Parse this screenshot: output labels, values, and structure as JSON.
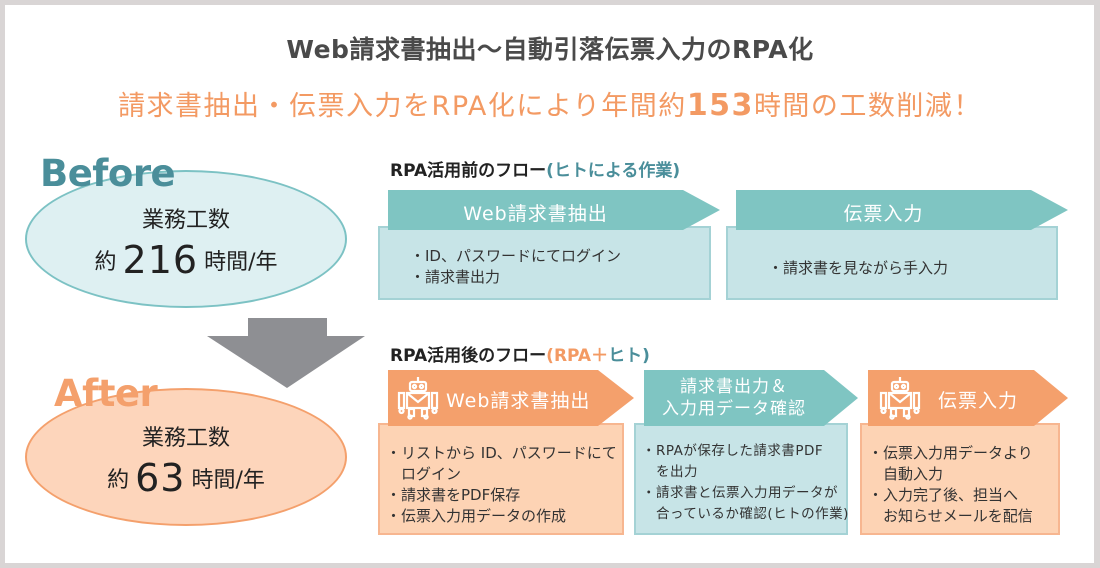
{
  "title": "Web請求書抽出〜自動引落伝票入力のRPA化",
  "subtitle": {
    "pre": "請求書抽出・伝票入力をRPA化により年間約",
    "number": "153",
    "post": "時間の工数削減！"
  },
  "before": {
    "label": "Before",
    "line1": "業務工数",
    "prefix": "約",
    "hours": "216",
    "unit": "時間/年"
  },
  "after": {
    "label": "After",
    "line1": "業務工数",
    "prefix": "約",
    "hours": "63",
    "unit": "時間/年"
  },
  "before_flow": {
    "title": "RPA活用前のフロー",
    "note": "(ヒトによる作業)",
    "steps": [
      {
        "label": "Web請求書抽出",
        "bullets": [
          "・ID、パスワードにてログイン",
          "・請求書出力"
        ]
      },
      {
        "label": "伝票入力",
        "bullets": [
          "・請求書を見ながら手入力"
        ]
      }
    ]
  },
  "after_flow": {
    "title": "RPA活用後のフロー",
    "note_open": "(",
    "note_rpa": "RPA＋",
    "note_human": "ヒト)",
    "steps": [
      {
        "label": "Web請求書抽出",
        "actor": "robot-icon",
        "bullets": [
          "・リストから ID、パスワードにて",
          "　ログイン",
          "・請求書をPDF保存",
          "・伝票入力用データの作成"
        ]
      },
      {
        "label_l1": "請求書出力＆",
        "label_l2": "入力用データ確認",
        "actor": "human",
        "bullets": [
          "・RPAが保存した請求書PDF",
          "　を出力",
          "・請求書と伝票入力用データが",
          "　合っているか確認(ヒトの作業)"
        ]
      },
      {
        "label": "伝票入力",
        "actor": "robot-icon",
        "bullets": [
          "・伝票入力用データより",
          "　自動入力",
          "・入力完了後、担当へ",
          "　お知らせメールを配信"
        ]
      }
    ]
  },
  "colors": {
    "teal": "#7fc5c2",
    "teal_text": "#4a8e9a",
    "orange": "#f4a06c",
    "orange_text": "#f39a63",
    "arrow_gray": "#8e8f93"
  }
}
